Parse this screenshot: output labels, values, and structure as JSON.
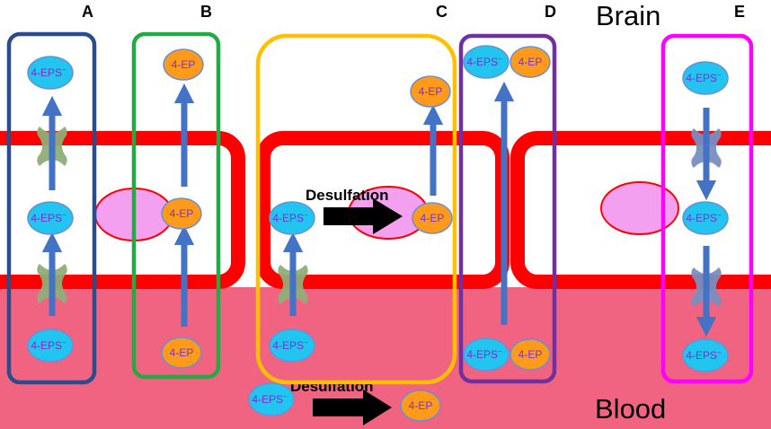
{
  "diagram": {
    "top_region": "Brain",
    "bottom_region": "Blood",
    "panels": [
      "A",
      "B",
      "C",
      "D",
      "E"
    ],
    "molecules": {
      "sulfate": "4-EPS",
      "sulfate_sup": "−",
      "phenol": "4-EP"
    },
    "process": {
      "desulfation_cell": "Desulfation",
      "desulfation_blood": "Desulfation"
    }
  },
  "colors": {
    "blood": "#f06482",
    "cell_membrane": "#ff0000",
    "nucleus": "#f4a0f0",
    "panel_a": "#2b4c8c",
    "panel_b": "#22aa44",
    "panel_c": "#ffc000",
    "panel_d": "#7030a0",
    "panel_e": "#ff00ff",
    "arrow": "#4472c4",
    "eps_fill": "#22c4f0",
    "ep_fill": "#ff9a1a",
    "transporter": "#8fae78"
  }
}
